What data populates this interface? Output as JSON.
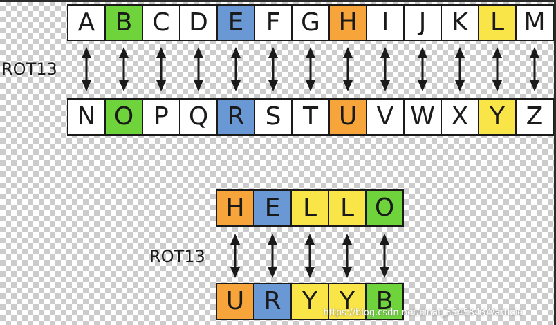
{
  "colors": {
    "green": "#6fd33c",
    "blue": "#6a98d4",
    "orange": "#f7a43a",
    "yellow": "#f9e547",
    "white": "#ffffff",
    "border": "#1a1a1a"
  },
  "alphabet": {
    "top": [
      {
        "letter": "A",
        "color": "white"
      },
      {
        "letter": "B",
        "color": "green"
      },
      {
        "letter": "C",
        "color": "white"
      },
      {
        "letter": "D",
        "color": "white"
      },
      {
        "letter": "E",
        "color": "blue"
      },
      {
        "letter": "F",
        "color": "white"
      },
      {
        "letter": "G",
        "color": "white"
      },
      {
        "letter": "H",
        "color": "orange"
      },
      {
        "letter": "I",
        "color": "white"
      },
      {
        "letter": "J",
        "color": "white"
      },
      {
        "letter": "K",
        "color": "white"
      },
      {
        "letter": "L",
        "color": "yellow"
      },
      {
        "letter": "M",
        "color": "white"
      }
    ],
    "bottom": [
      {
        "letter": "N",
        "color": "white"
      },
      {
        "letter": "O",
        "color": "green"
      },
      {
        "letter": "P",
        "color": "white"
      },
      {
        "letter": "Q",
        "color": "white"
      },
      {
        "letter": "R",
        "color": "blue"
      },
      {
        "letter": "S",
        "color": "white"
      },
      {
        "letter": "T",
        "color": "white"
      },
      {
        "letter": "U",
        "color": "orange"
      },
      {
        "letter": "V",
        "color": "white"
      },
      {
        "letter": "W",
        "color": "white"
      },
      {
        "letter": "X",
        "color": "white"
      },
      {
        "letter": "Y",
        "color": "yellow"
      },
      {
        "letter": "Z",
        "color": "white"
      }
    ],
    "label": "ROT13"
  },
  "example": {
    "plain": [
      {
        "letter": "H",
        "color": "orange"
      },
      {
        "letter": "E",
        "color": "blue"
      },
      {
        "letter": "L",
        "color": "yellow"
      },
      {
        "letter": "L",
        "color": "yellow"
      },
      {
        "letter": "O",
        "color": "green"
      }
    ],
    "cipher": [
      {
        "letter": "U",
        "color": "orange"
      },
      {
        "letter": "R",
        "color": "blue"
      },
      {
        "letter": "Y",
        "color": "yellow"
      },
      {
        "letter": "Y",
        "color": "yellow"
      },
      {
        "letter": "B",
        "color": "green"
      }
    ],
    "label": "ROT13"
  },
  "watermark": "https://blog.csdn.net/sinat_35458434/article"
}
